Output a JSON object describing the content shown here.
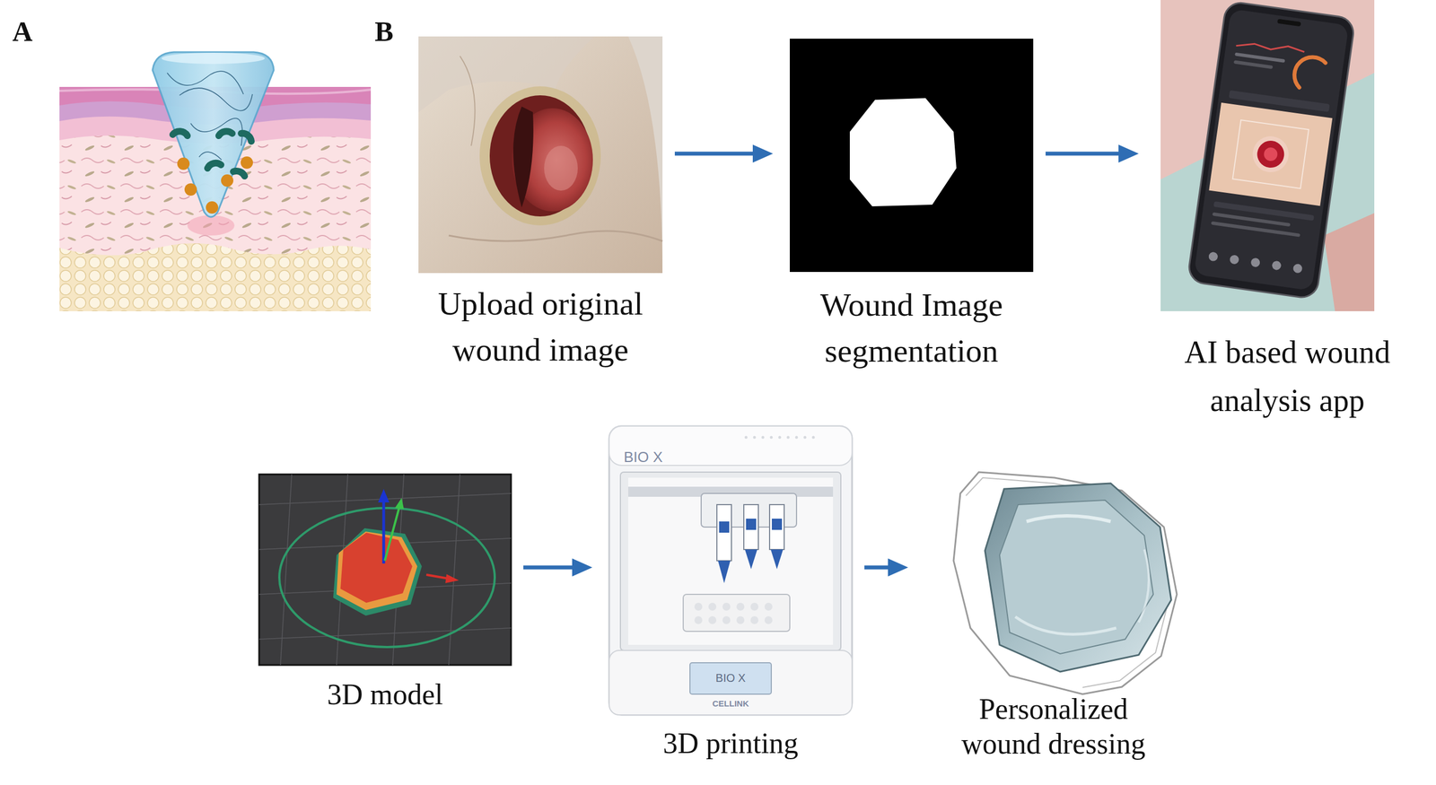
{
  "diagram": {
    "nodes": [
      {
        "text": [
          "Upload original wound image"
        ]
      },
      {
        "text": [
          "Wound Image segmentation"
        ]
      },
      {
        "text": [
          "AI based wound analysis app"
        ]
      },
      {
        "text": [
          "3D model"
        ]
      },
      {
        "text": [
          "3D printing"
        ]
      },
      {
        "text": [
          "Personalized wound dressing"
        ]
      }
    ],
    "edges": [
      {
        "from": 0,
        "to": 1,
        "arrow": "to"
      },
      {
        "from": 1,
        "to": 2,
        "arrow": "to"
      },
      {
        "from": 3,
        "to": 4,
        "arrow": "to"
      },
      {
        "from": 4,
        "to": 5,
        "arrow": "to"
      }
    ],
    "labels": [
      "A",
      "B",
      "BIO X",
      "BIO X",
      "CELLINK"
    ]
  }
}
